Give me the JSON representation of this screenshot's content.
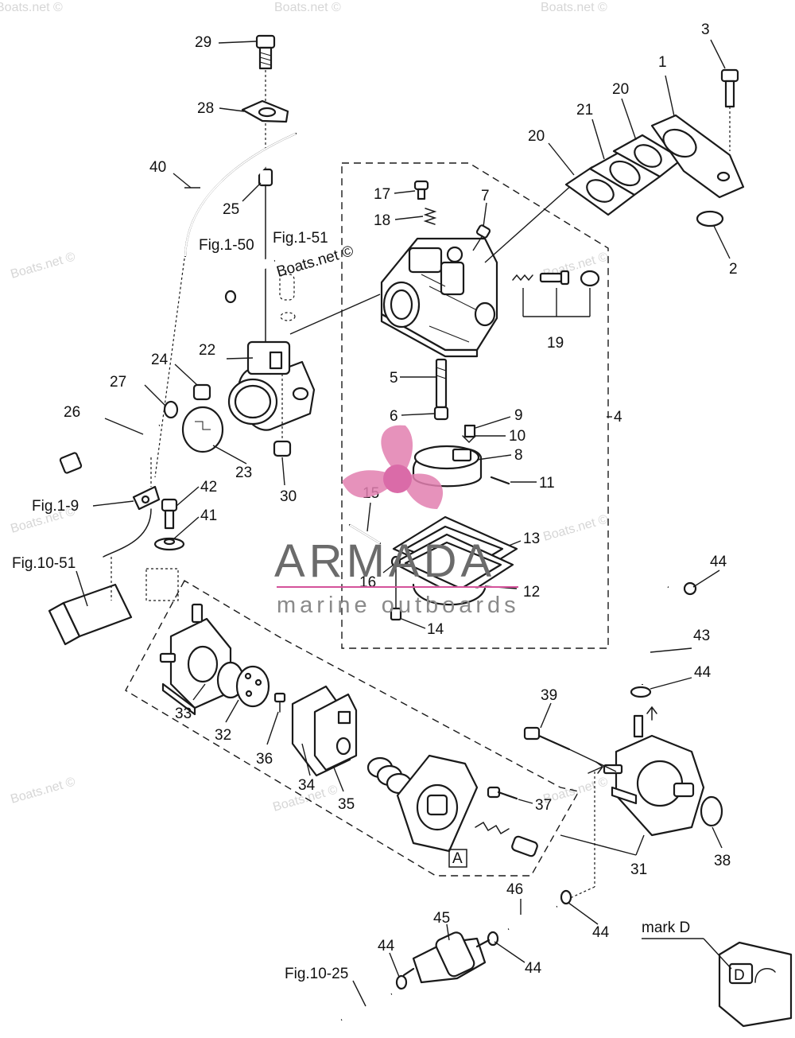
{
  "parts": {
    "p1": "1",
    "p2": "2",
    "p3": "3",
    "p4": "4",
    "p5": "5",
    "p6": "6",
    "p7": "7",
    "p8": "8",
    "p9": "9",
    "p10": "10",
    "p11": "11",
    "p12": "12",
    "p13": "13",
    "p14": "14",
    "p15": "15",
    "p16": "16",
    "p17": "17",
    "p18": "18",
    "p19": "19",
    "p20a": "20",
    "p20b": "20",
    "p21": "21",
    "p22": "22",
    "p23": "23",
    "p24": "24",
    "p25": "25",
    "p26": "26",
    "p27": "27",
    "p28": "28",
    "p29": "29",
    "p30": "30",
    "p31": "31",
    "p32": "32",
    "p33": "33",
    "p34": "34",
    "p35": "35",
    "p36": "36",
    "p37": "37",
    "p38": "38",
    "p39": "39",
    "p40": "40",
    "p41": "41",
    "p42": "42",
    "p43": "43",
    "p44a": "44",
    "p44b": "44",
    "p44c": "44",
    "p44d": "44",
    "p44e": "44",
    "p45": "45",
    "p46": "46"
  },
  "refs": {
    "fig1_50": "Fig.1-50",
    "fig1_51": "Fig.1-51",
    "fig1_9": "Fig.1-9",
    "fig10_51": "Fig.10-51",
    "fig10_25": "Fig.10-25",
    "mark_d": "mark D",
    "box_a": "A",
    "d_letter": "D"
  },
  "watermark": {
    "text": "Boats.net ©",
    "center_text": "Boats.net ©"
  },
  "brand": {
    "name": "ARMADA",
    "tagline": "marine outboards",
    "colors": {
      "propeller": "#e27fb0",
      "propeller_hub": "#d4529a",
      "text": "#6b6b6b",
      "rule": "#d4529a"
    }
  }
}
